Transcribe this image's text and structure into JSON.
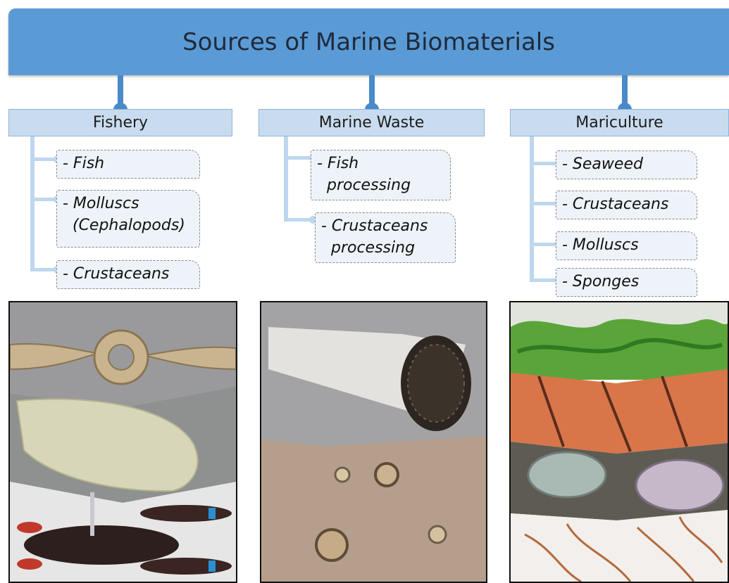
{
  "title": "Sources of Marine Biomaterials",
  "columns": [
    {
      "heading": "Fishery",
      "items": [
        "- Fish",
        "- Molluscs\n  (Cephalopods)",
        "- Crustaceans"
      ]
    },
    {
      "heading": "Marine Waste",
      "items": [
        "- Fish\n  processing",
        "- Crustaceans\n  processing"
      ]
    },
    {
      "heading": "Mariculture",
      "items": [
        "- Seaweed",
        "- Crustaceans",
        "- Molluscs",
        "- Sponges"
      ]
    }
  ],
  "colors": {
    "banner": "#5b9bd5",
    "connector": "#4a8ac9",
    "heading_fill": "#c9dcef",
    "item_fill": "#eef3f9",
    "branch": "#bdd7ee"
  },
  "images": [
    {
      "column": "Fishery",
      "panels": [
        "fish-vertebra-photo",
        "cuttlebone-photo",
        "lobster-photo"
      ]
    },
    {
      "column": "Marine Waste",
      "panels": [
        "processed-bone-cylinder-photo",
        "shell-surface-photo"
      ]
    },
    {
      "column": "Mariculture",
      "panels": [
        "seaweed-photo",
        "crustacean-shell-photo",
        "abalone-photo",
        "sponge-skeleton-photo"
      ]
    }
  ]
}
